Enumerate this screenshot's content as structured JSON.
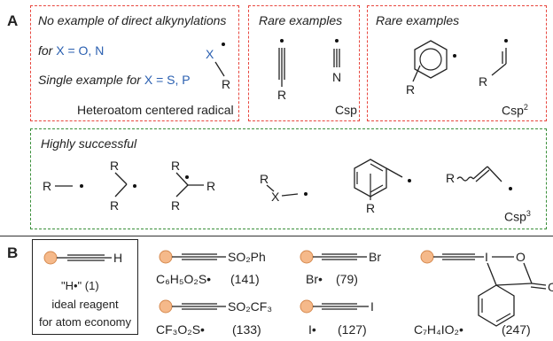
{
  "panel_a": {
    "letter": "A",
    "hetero": {
      "line1": "No example of direct alkynylations",
      "line2_pre": "for ",
      "line2_val": "X = O, N",
      "line3_pre": "Single example for ",
      "line3_val": "X = S, P",
      "caption": "Heteroatom centered radical",
      "x_label": "X",
      "r_label": "R"
    },
    "csp": {
      "title": "Rare examples",
      "label": "Csp",
      "r_label": "R",
      "n_label": "N"
    },
    "csp2": {
      "title": "Rare examples",
      "label": "Csp",
      "label_sup": "2",
      "r_label1": "R",
      "r_label2": "R"
    },
    "csp3": {
      "title": "Highly successful",
      "label": "Csp",
      "label_sup": "3",
      "r": "R",
      "x": "X"
    }
  },
  "panel_b": {
    "letter": "B",
    "ideal": {
      "atom": "H",
      "radical_label": "\"H•\" (1)",
      "line1": "ideal reagent",
      "line2": "for atom economy"
    },
    "reagents": [
      {
        "group": "SO₂Ph",
        "formula": "C₆H₅O₂S•",
        "value": "(141)"
      },
      {
        "group": "SO₂CF₃",
        "formula": "CF₃O₂S•",
        "value": "(133)"
      },
      {
        "group": "Br",
        "formula": "Br•",
        "value": "(79)"
      },
      {
        "group": "I",
        "formula": "I•",
        "value": "(127)"
      },
      {
        "group": "I",
        "formula": "C₇H₄IO₂•",
        "value": "(247)",
        "ring_o": "O",
        "edge_o": "O"
      }
    ]
  },
  "colors": {
    "red_border": "#e8473f",
    "green_border": "#3a8f3a",
    "blue_text": "#2a5fb0",
    "bead_fill": "#f5b98a",
    "bead_stroke": "#d68a4f"
  }
}
